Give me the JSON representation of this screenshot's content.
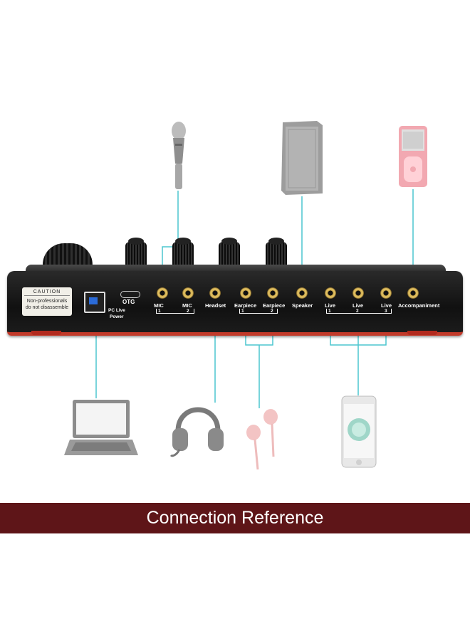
{
  "caption": "Connection Reference",
  "caution": {
    "title": "CAUTION",
    "line1": "Non-professionals",
    "line2": "do not disassemble"
  },
  "ports": {
    "usb_label": "PC Live",
    "usb_sublabel": "Power",
    "otg": "OTG",
    "mic1": "MIC",
    "mic2": "MIC",
    "headset": "Headset",
    "earpiece1": "Earpiece",
    "earpiece2": "Earpiece",
    "speaker": "Speaker",
    "live1": "Live",
    "live2": "Live",
    "live3": "Live",
    "accompaniment": "Accompaniment"
  },
  "numbers": {
    "mic": [
      "1",
      "2"
    ],
    "earpiece": [
      "1",
      "2"
    ],
    "live": [
      "1",
      "2",
      "3"
    ]
  },
  "colors": {
    "wire": "#4cc6cf",
    "banner": "#5e1518",
    "trim": "#c23a2a"
  },
  "icons": [
    "microphone-icon",
    "speaker-icon",
    "mp3-player-icon",
    "laptop-icon",
    "headphones-icon",
    "earphones-icon",
    "smartphone-icon"
  ]
}
